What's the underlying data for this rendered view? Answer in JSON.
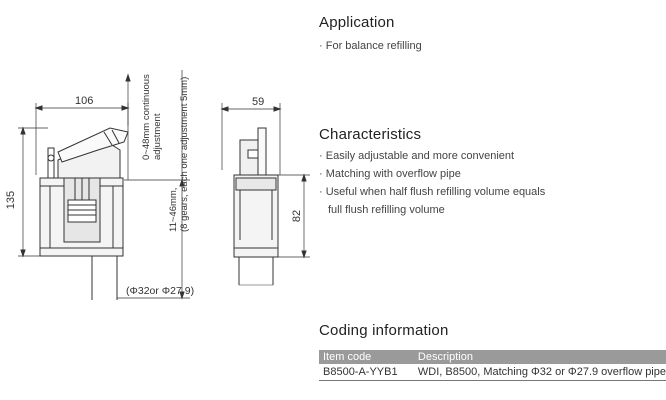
{
  "drawing": {
    "dim_width_front": "106",
    "dim_height_front": "135",
    "dim_continuous_line1": "0~48mm continuous",
    "dim_continuous_line2": "adjustment",
    "dim_geared_line1": "11~46mm,",
    "dim_geared_line2": "(8 gears, each one adjustment 5mm)",
    "dim_pipe": "(Φ32or Φ27.9)",
    "dim_width_side": "59",
    "dim_height_side": "82"
  },
  "application": {
    "title": "Application",
    "items": [
      "For balance refilling"
    ]
  },
  "characteristics": {
    "title": "Characteristics",
    "items": [
      "Easily adjustable and more convenient",
      "Matching with overflow pipe",
      "Useful when half flush refilling volume equals"
    ],
    "continuation": "full flush refilling volume"
  },
  "coding": {
    "title": "Coding information",
    "headers": [
      "Item code",
      "Description"
    ],
    "rows": [
      [
        "B8500-A-YYB1",
        "WDI, B8500, Matching Φ32 or Φ27.9 overflow pipe"
      ]
    ]
  }
}
